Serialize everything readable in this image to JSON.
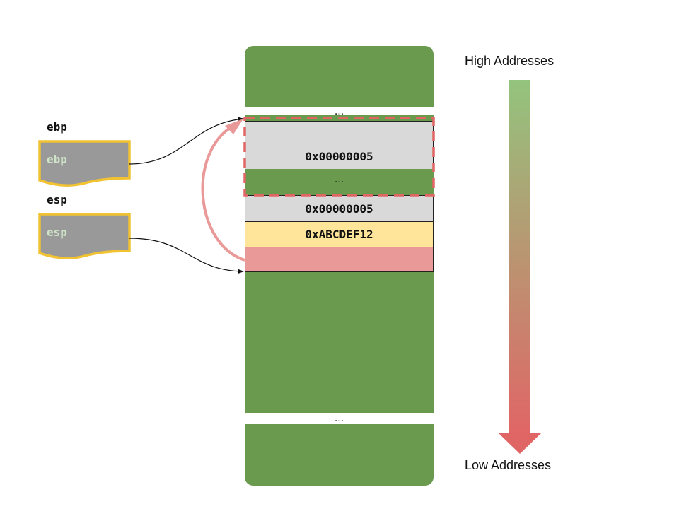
{
  "registers": {
    "ebp": {
      "label": "ebp",
      "box_text": "ebp"
    },
    "esp": {
      "label": "esp",
      "box_text": "esp"
    }
  },
  "stack": {
    "top_ellipsis": "...",
    "cells": [
      {
        "value": "",
        "color": "gray"
      },
      {
        "value": "0x00000005",
        "color": "gray"
      },
      {
        "value": "...",
        "color": "green"
      },
      {
        "value": "0x00000005",
        "color": "gray"
      },
      {
        "value": "0xABCDEF12",
        "color": "yellow"
      },
      {
        "value": "",
        "color": "red"
      }
    ],
    "bottom_ellipsis": "..."
  },
  "axis": {
    "high_label": "High Addresses",
    "low_label": "Low Addresses",
    "gradient_top": "#93c47d",
    "gradient_bottom": "#e06666"
  },
  "colors": {
    "stack_green": "#6a9a4e",
    "register_fill": "#999999",
    "register_border": "#f1c232",
    "frame_dash": "#e06666",
    "return_arrow": "#ea9999"
  }
}
